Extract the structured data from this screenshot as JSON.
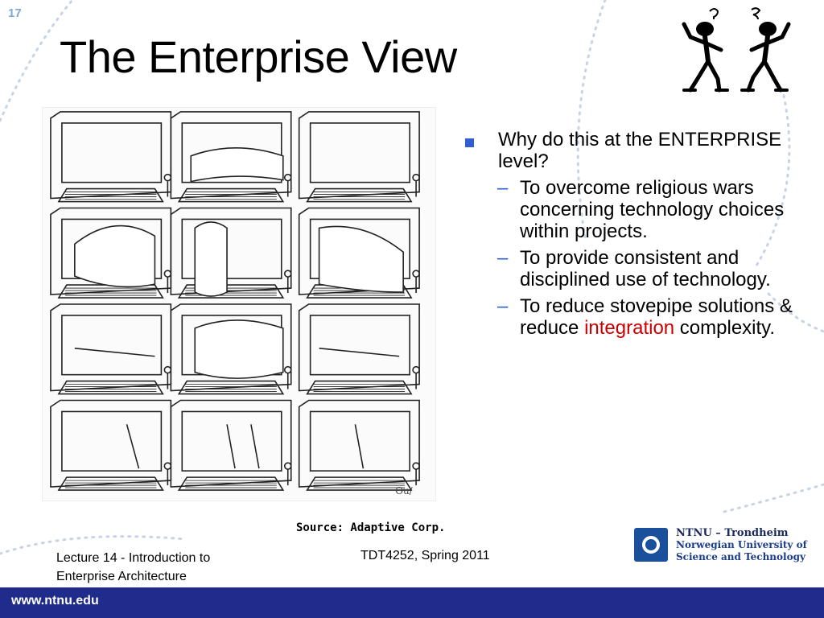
{
  "slide": {
    "number": "17",
    "title": "The Enterprise View"
  },
  "images": {
    "cartoon": "two-confused-figures-icon",
    "illustration": "elephant-across-monitors-illustration"
  },
  "bullets": {
    "main": "Why do this at the ENTERPRISE level?",
    "sub": [
      "To overcome religious wars concerning technology choices within projects.",
      "To provide consistent and disciplined use of technology.",
      {
        "before": "To reduce stovepipe solutions & reduce ",
        "highlight": "integration",
        "after": " complexity."
      }
    ]
  },
  "source": "Source: Adaptive Corp.",
  "footer": {
    "left_line1": "Lecture 14 - Introduction to",
    "left_line2": "Enterprise Architecture",
    "center": "TDT4252, Spring 2011",
    "url": "www.ntnu.edu"
  },
  "logo": {
    "line1": "NTNU – Trondheim",
    "line2": "Norwegian University of",
    "line3": "Science and Technology"
  },
  "colors": {
    "bullet": "#2f5fd3",
    "highlight": "#cc0000",
    "bar": "#1f2c8c",
    "logo": "#1a4f9c"
  }
}
